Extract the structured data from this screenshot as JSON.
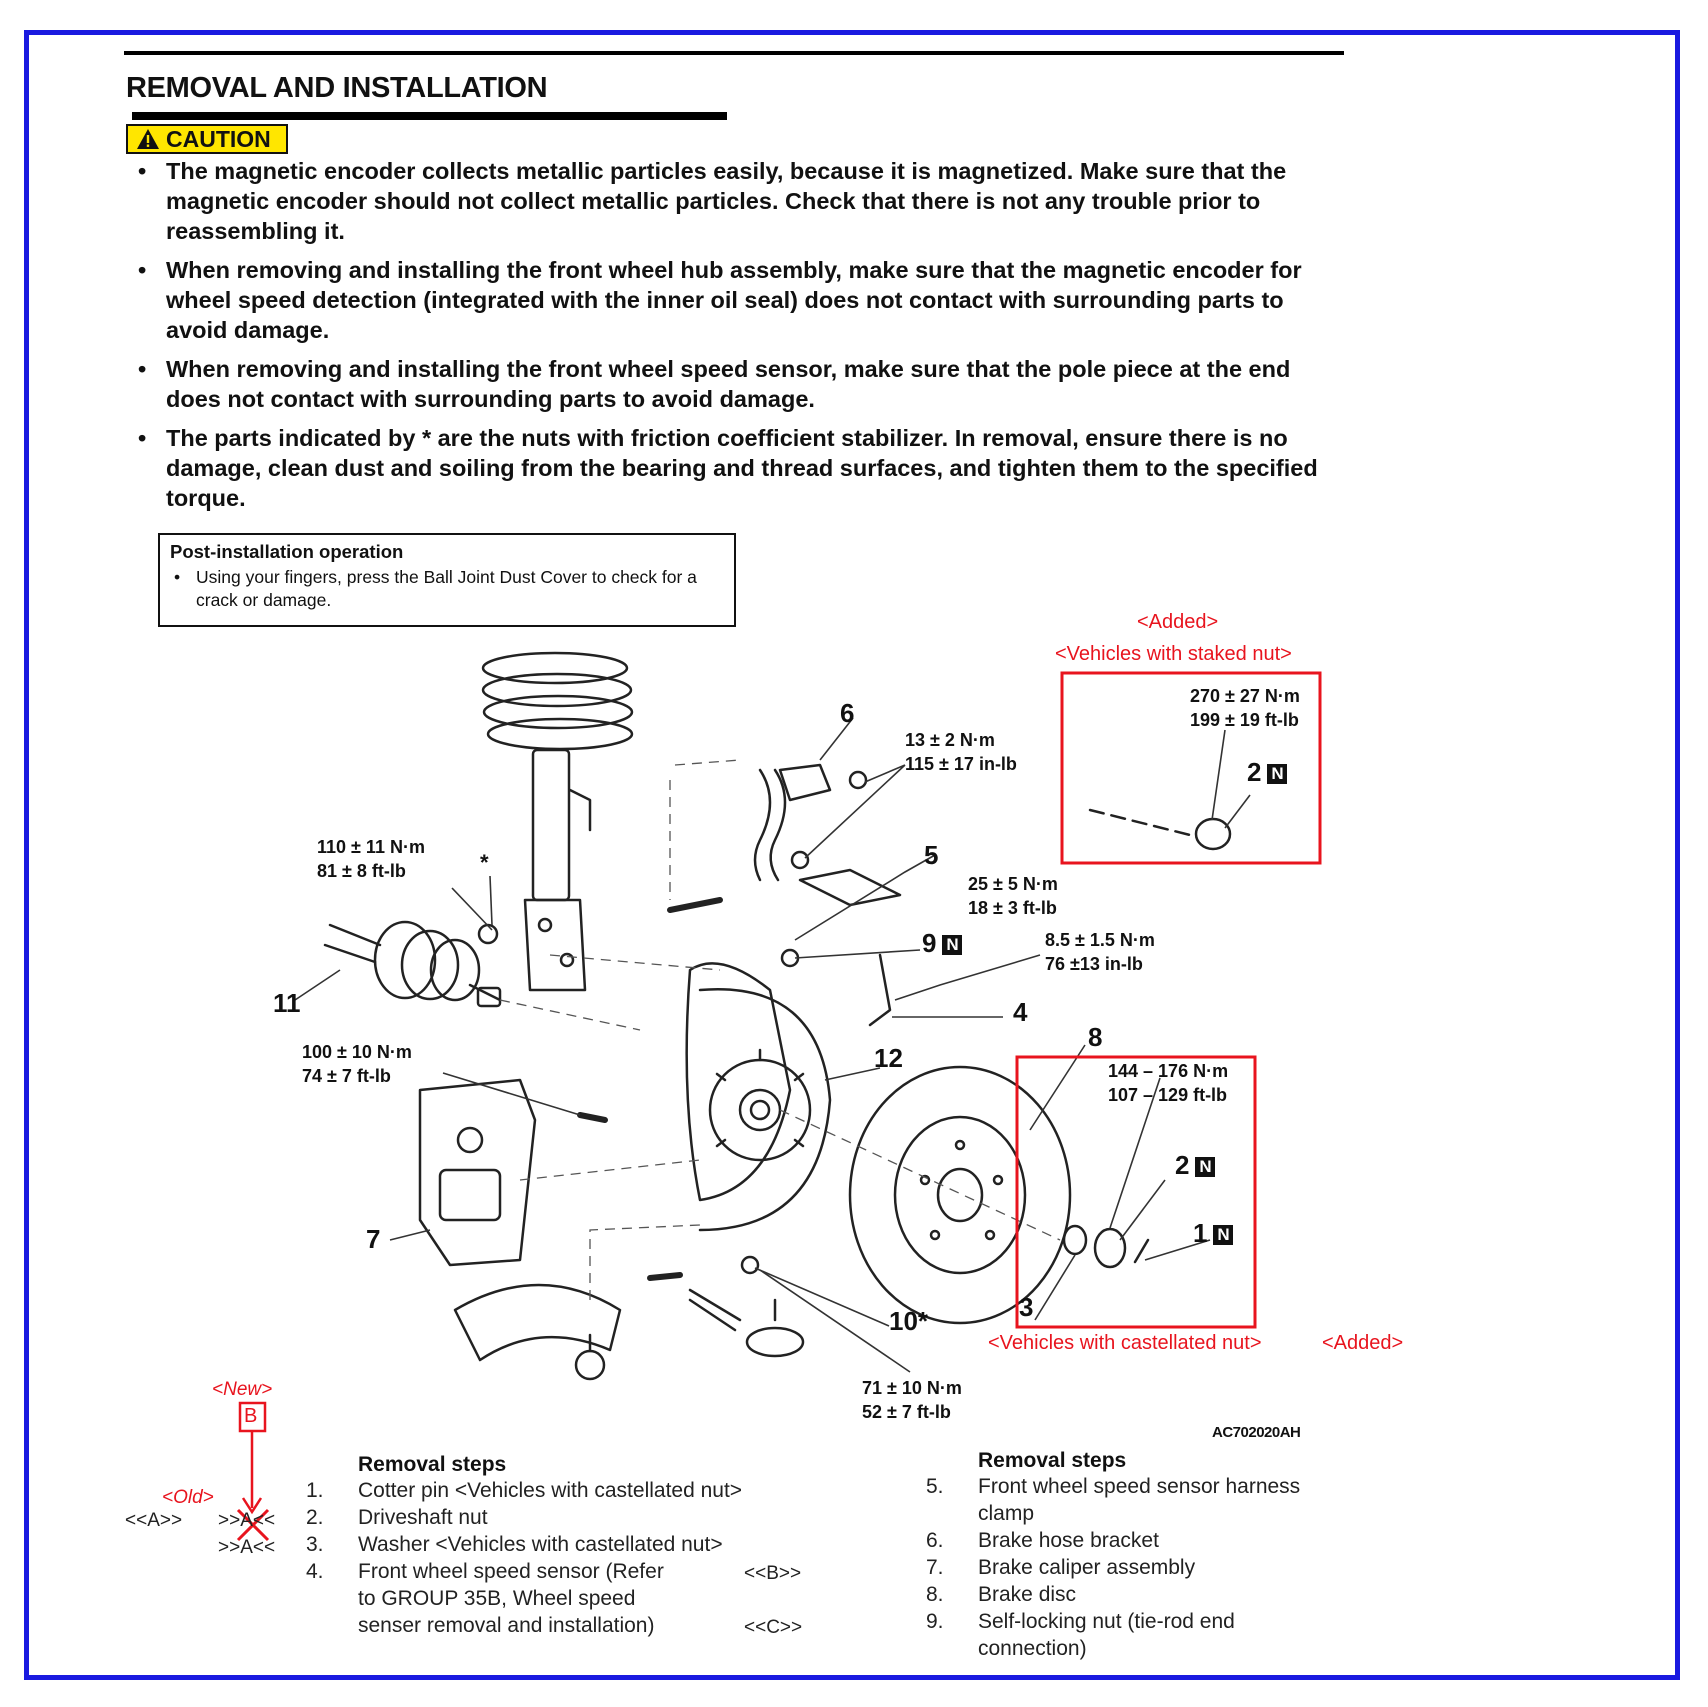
{
  "header": {
    "title": "REMOVAL AND INSTALLATION",
    "caution_label": "CAUTION"
  },
  "cautions": [
    "The magnetic encoder collects metallic particles easily, because it is magnetized. Make sure that the magnetic encoder should not collect metallic particles. Check that there is not any trouble prior to reassembling it.",
    "When removing and installing the front wheel hub assembly, make sure that the magnetic encoder for wheel speed detection (integrated with the inner oil seal) does not contact with surrounding parts to avoid damage.",
    "When removing and installing the front wheel speed sensor, make sure that the pole piece at the end does not contact with surrounding parts to avoid damage.",
    "The parts indicated by * are the nuts with friction coefficient stabilizer. In removal, ensure there is no damage, clean dust and soiling from the bearing and thread surfaces, and tighten them to the specified torque."
  ],
  "post_installation": {
    "heading": "Post-installation operation",
    "item": "Using your fingers, press the Ball Joint Dust Cover to check for a crack or damage."
  },
  "diagram": {
    "added_top": "<Added>",
    "staked_caption": "<Vehicles with staked nut>",
    "castellated_caption": "<Vehicles with castellated nut>",
    "added_bottom": "<Added>",
    "figure_code": "AC702020AH",
    "torques": {
      "t_staked_a": "270 ± 27 N·m",
      "t_staked_b": "199 ± 19 ft-lb",
      "t_6a": "13 ± 2 N·m",
      "t_6b": "115 ± 17 in-lb",
      "t_11a": "110 ± 11 N·m",
      "t_11b": "81 ± 8 ft-lb",
      "t_9a": "25 ± 5 N·m",
      "t_9b": "18 ± 3 ft-lb",
      "t_4a": "8.5 ± 1.5 N·m",
      "t_4b": "76 ±13 in-lb",
      "t_cal_a": "100 ± 10 N·m",
      "t_cal_b": "74 ± 7 ft-lb",
      "t_cast_a": "144 – 176 N·m",
      "t_cast_b": "107 – 129 ft-lb",
      "t_10a": "71 ± 10 N·m",
      "t_10b": "52 ± 7 ft-lb"
    },
    "callouts": {
      "c1": "1",
      "c2a": "2",
      "c2b": "2",
      "c3": "3",
      "c4": "4",
      "c5": "5",
      "c6": "6",
      "c7": "7",
      "c8": "8",
      "c9": "9",
      "c10": "10*",
      "c11": "11",
      "c12": "12",
      "star": "*",
      "n": "N"
    }
  },
  "annotations": {
    "new_label": "<New>",
    "new_box": "B",
    "old_label": "<Old>",
    "code_a_left": "<<A>>",
    "code_a_struck": ">>A<<",
    "code_a_3": ">>A<<",
    "code_b": "<<B>>",
    "code_c": "<<C>>"
  },
  "removal_steps_left": {
    "heading": "Removal steps",
    "steps": [
      {
        "n": "1.",
        "text": "Cotter pin  <Vehicles with castellated nut>"
      },
      {
        "n": "2.",
        "text": "Driveshaft nut"
      },
      {
        "n": "3.",
        "text": "Washer  <Vehicles with castellated  nut>"
      },
      {
        "n": "4.",
        "text": "Front wheel speed sensor (Refer"
      },
      {
        "n": "",
        "text": "to GROUP 35B, Wheel speed"
      },
      {
        "n": "",
        "text": "senser removal and installation)"
      }
    ]
  },
  "removal_steps_right": {
    "heading": "Removal steps",
    "steps": [
      {
        "n": "5.",
        "text": "Front wheel speed sensor harness"
      },
      {
        "n": "",
        "text": "clamp"
      },
      {
        "n": "6.",
        "text": "Brake hose bracket"
      },
      {
        "n": "7.",
        "text": "Brake caliper assembly"
      },
      {
        "n": "8.",
        "text": "Brake disc"
      },
      {
        "n": "9.",
        "text": "Self-locking nut (tie-rod end"
      },
      {
        "n": "",
        "text": "connection)"
      }
    ]
  }
}
